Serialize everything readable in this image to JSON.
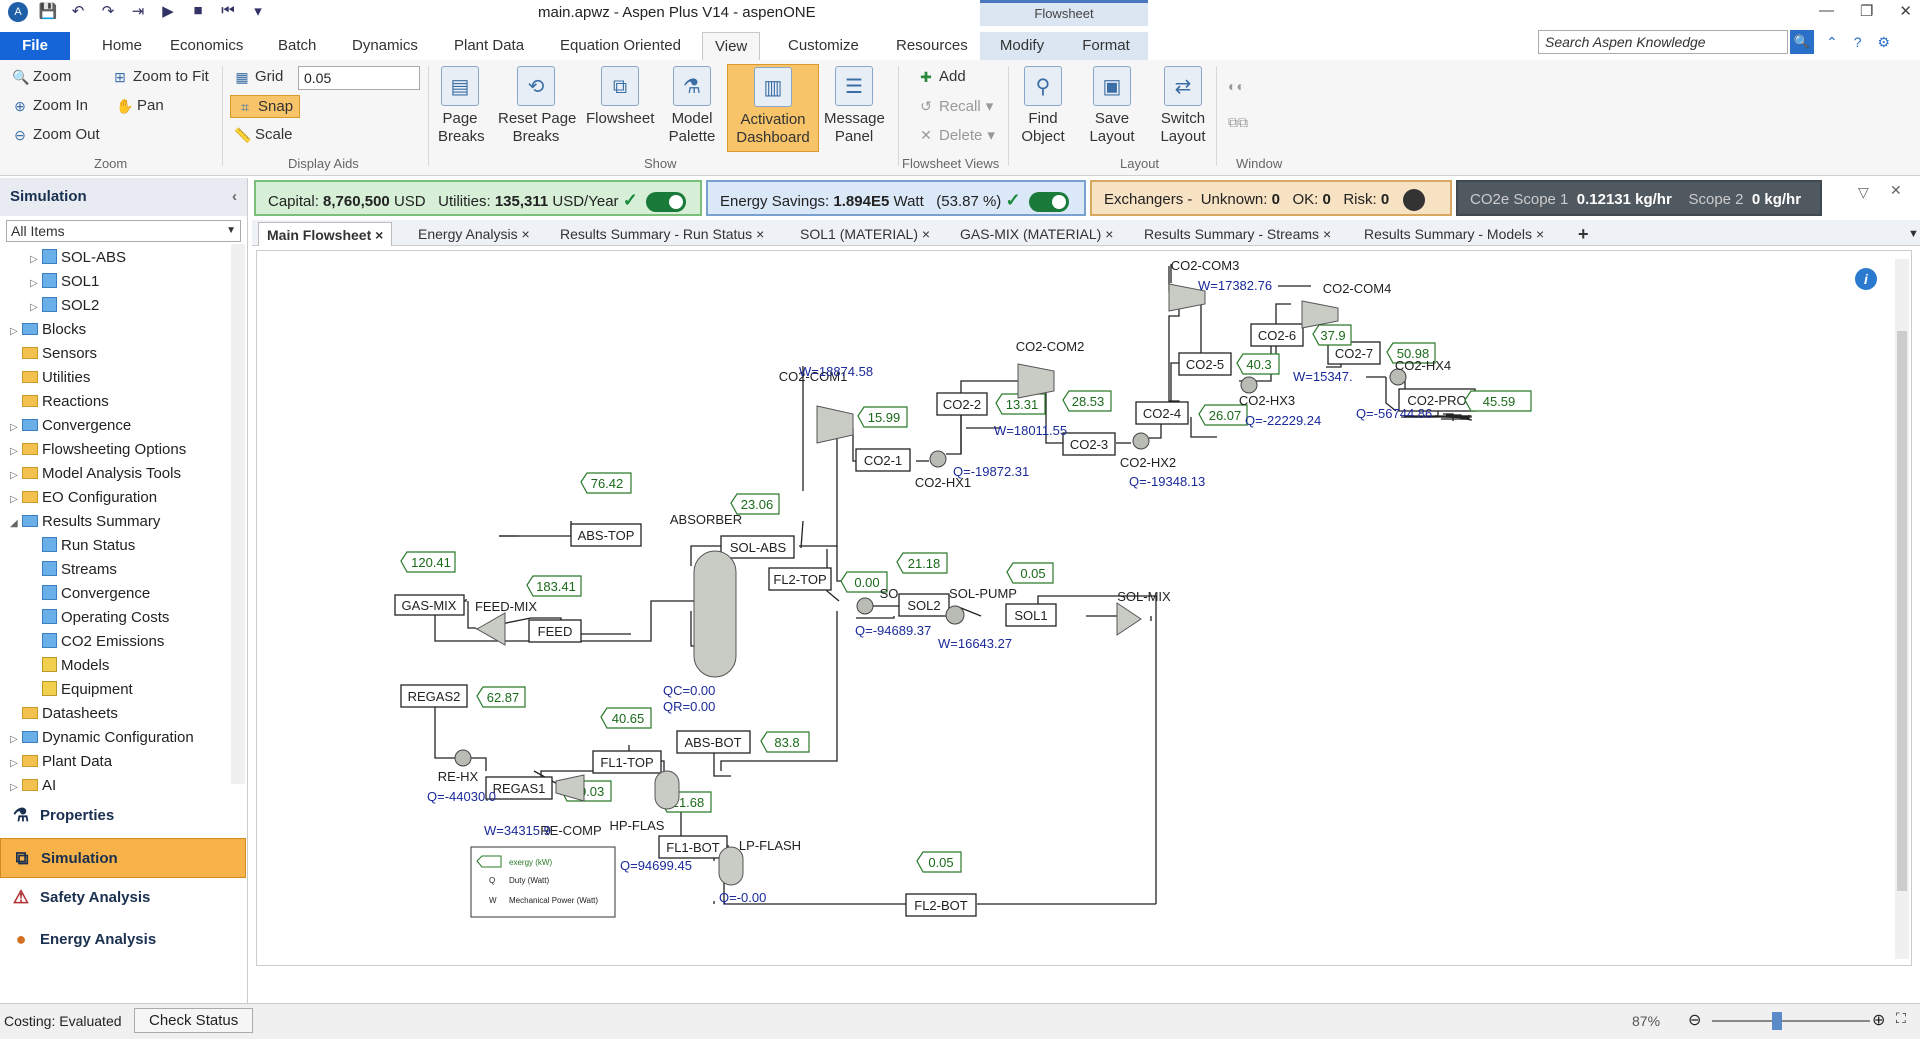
{
  "window": {
    "title": "main.apwz - Aspen Plus V14 - aspenONE",
    "context_header": "Flowsheet"
  },
  "ribbon_tabs": [
    "File",
    "Home",
    "Economics",
    "Batch",
    "Dynamics",
    "Plant Data",
    "Equation Oriented",
    "View",
    "Customize",
    "Resources",
    "Modify",
    "Format"
  ],
  "search": {
    "placeholder": "Search Aspen Knowledge"
  },
  "ribbon": {
    "zoom": {
      "zoom": "Zoom",
      "zoom_to_fit": "Zoom to Fit",
      "zoom_in": "Zoom In",
      "pan": "Pan",
      "zoom_out": "Zoom Out",
      "group": "Zoom"
    },
    "display_aids": {
      "grid": "Grid",
      "grid_value": "0.05",
      "snap": "Snap",
      "scale": "Scale",
      "group": "Display Aids"
    },
    "show": {
      "page_breaks": "Page\nBreaks",
      "reset_page_breaks": "Reset Page\nBreaks",
      "flowsheet": "Flowsheet",
      "model_palette": "Model\nPalette",
      "activation_dashboard": "Activation\nDashboard",
      "message_panel": "Message\nPanel",
      "group": "Show"
    },
    "flowsheet_views": {
      "add": "Add",
      "recall": "Recall",
      "delete": "Delete",
      "find_object": "Find\nObject",
      "group": "Flowsheet Views"
    },
    "layout": {
      "save_layout": "Save\nLayout",
      "switch_layout": "Switch\nLayout",
      "group": "Layout"
    },
    "window": {
      "group": "Window"
    }
  },
  "left_panel": {
    "title": "Simulation",
    "filter": "All Items",
    "tree": [
      {
        "label": "SOL-ABS",
        "indent": 2,
        "icon": "stream"
      },
      {
        "label": "SOL1",
        "indent": 2,
        "icon": "stream"
      },
      {
        "label": "SOL2",
        "indent": 2,
        "icon": "stream"
      },
      {
        "label": "Blocks",
        "indent": 1,
        "icon": "folder-blue"
      },
      {
        "label": "Sensors",
        "indent": 1,
        "icon": "folder"
      },
      {
        "label": "Utilities",
        "indent": 1,
        "icon": "folder"
      },
      {
        "label": "Reactions",
        "indent": 1,
        "icon": "folder"
      },
      {
        "label": "Convergence",
        "indent": 1,
        "icon": "folder-blue"
      },
      {
        "label": "Flowsheeting Options",
        "indent": 1,
        "icon": "folder"
      },
      {
        "label": "Model Analysis Tools",
        "indent": 1,
        "icon": "folder"
      },
      {
        "label": "EO Configuration",
        "indent": 1,
        "icon": "folder"
      },
      {
        "label": "Results Summary",
        "indent": 1,
        "icon": "folder-blue"
      },
      {
        "label": "Run Status",
        "indent": 2,
        "icon": "check"
      },
      {
        "label": "Streams",
        "indent": 2,
        "icon": "check"
      },
      {
        "label": "Convergence",
        "indent": 2,
        "icon": "check"
      },
      {
        "label": "Operating Costs",
        "indent": 2,
        "icon": "check"
      },
      {
        "label": "CO2 Emissions",
        "indent": 2,
        "icon": "check"
      },
      {
        "label": "Models",
        "indent": 2,
        "icon": "check-y"
      },
      {
        "label": "Equipment",
        "indent": 2,
        "icon": "check-y"
      },
      {
        "label": "Datasheets",
        "indent": 1,
        "icon": "folder"
      },
      {
        "label": "Dynamic Configuration",
        "indent": 1,
        "icon": "folder-blue"
      },
      {
        "label": "Plant Data",
        "indent": 1,
        "icon": "folder"
      },
      {
        "label": "AI",
        "indent": 1,
        "icon": "folder"
      }
    ],
    "nav": [
      "Properties",
      "Simulation",
      "Safety Analysis",
      "Energy Analysis"
    ]
  },
  "dashboard": {
    "capital_label": "Capital:",
    "capital_value": "8,760,500",
    "capital_unit": "USD",
    "utilities_label": "Utilities:",
    "utilities_value": "135,311",
    "utilities_unit": "USD/Year",
    "energy_label": "Energy Savings:",
    "energy_value": "1.894E5",
    "energy_unit": "Watt",
    "energy_pct": "(53.87 %)",
    "exchangers_label": "Exchangers -",
    "unknown_label": "Unknown:",
    "unknown_value": "0",
    "ok_label": "OK:",
    "ok_value": "0",
    "risk_label": "Risk:",
    "risk_value": "0",
    "scope1_label": "CO2e Scope 1",
    "scope1_value": "0.12131 kg/hr",
    "scope2_label": "Scope 2",
    "scope2_value": "0 kg/hr"
  },
  "doc_tabs": [
    "Main Flowsheet",
    "Energy Analysis",
    "Results Summary - Run Status",
    "SOL1 (MATERIAL)",
    "GAS-MIX (MATERIAL)",
    "Results Summary - Streams",
    "Results Summary - Models"
  ],
  "flowsheet": {
    "streams": [
      "ABS-TOP",
      "SOL-ABS",
      "GAS-MIX",
      "FEED",
      "REGAS2",
      "REGAS1",
      "FL1-TOP",
      "FL1-BOT",
      "ABS-BOT",
      "FL2-TOP",
      "FL2-BOT",
      "SOL2",
      "SOL1",
      "CO2-1",
      "CO2-2",
      "CO2-3",
      "CO2-4",
      "CO2-5",
      "CO2-6",
      "CO2-7",
      "CO2-PRO"
    ],
    "exergy_tags": [
      "76.42",
      "23.06",
      "120.41",
      "183.41",
      "62.87",
      "40.65",
      "70.03",
      "21.68",
      "83.8",
      "0.00",
      "21.18",
      "0.05",
      "15.99",
      "13.31",
      "28.53",
      "26.07",
      "40.3",
      "37.9",
      "50.98",
      "45.59",
      "0.05"
    ],
    "block_labels": [
      "ABSORBER",
      "FEED-MIX",
      "RE-HX",
      "RE-COMP",
      "HP-FLAS",
      "LP-FLASH",
      "SOL-PUMP",
      "SOL-MIX",
      "CO2-COM1",
      "CO2-COM2",
      "CO2-COM3",
      "CO2-COM4",
      "CO2-HX1",
      "CO2-HX2",
      "CO2-HX3",
      "CO2-HX4",
      "SO"
    ],
    "results": [
      "QC=0.00",
      "QR=0.00",
      "Q=-44030.0",
      "W=34315.9",
      "Q=94699.45",
      "Q=-0.00",
      "Q=-94689.37",
      "W=16643.27",
      "W=18874.58",
      "Q=-19872.31",
      "W=18011.55",
      "Q=-19348.13",
      "W=17382.76",
      "W=15347.",
      "Q=-22229.24",
      "Q=-56744.86"
    ],
    "legend": {
      "exergy": "exergy (kW)",
      "q": "Q",
      "q_desc": "Duty (Watt)",
      "w": "W",
      "w_desc": "Mechanical Power (Watt)"
    }
  },
  "status": {
    "costing": "Costing: Evaluated",
    "check_status": "Check Status",
    "zoom": "87%"
  }
}
